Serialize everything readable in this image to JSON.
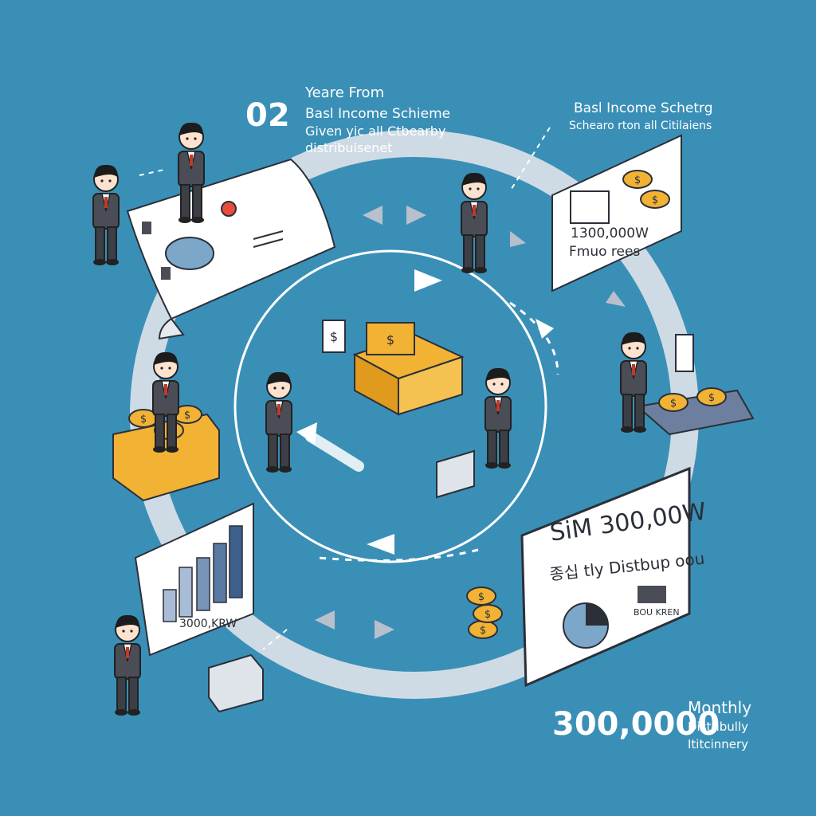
{
  "header": {
    "step_number": "02",
    "line1": "Yeare From",
    "line2": "Basl Income Schieme",
    "line3": "Given yic all Ctbearby",
    "line4": "distribuisenet"
  },
  "top_right": {
    "title": "Basl Income Schetrg",
    "subtitle": "Schearo rton all Citilaiens"
  },
  "card_top_right": {
    "amount": "1300,000W",
    "caption": "Fmuo rees"
  },
  "chart_panel": {
    "label": "3000,KRW"
  },
  "big_panel": {
    "headline": "SiM 300,00W",
    "subline": "종십 tly Distbup oou",
    "small_label": "BOU KREN"
  },
  "bottom_right": {
    "big_number": "300,0000",
    "word1": "Monthly",
    "word2": "Distribully",
    "word3": "Ititcinnery"
  },
  "colors": {
    "background": "#3a8fb7",
    "coin": "#f2b233",
    "panel": "#ffffff",
    "suit": "#4a4d55",
    "ring": "#dfe3ea"
  },
  "icons": [
    "dollar-icon",
    "coin-stack-icon",
    "bar-chart-icon",
    "pie-chart-icon",
    "laptop-icon",
    "document-icon",
    "arrow-icon"
  ]
}
